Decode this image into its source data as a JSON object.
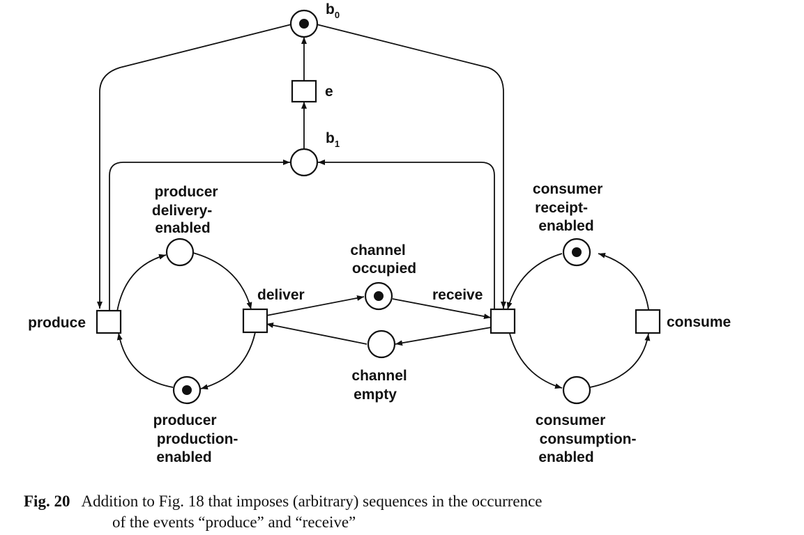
{
  "places": {
    "b0": {
      "label": "b",
      "sub": "0",
      "marked": true
    },
    "b1": {
      "label": "b",
      "sub": "1",
      "marked": false
    },
    "producer_delivery_enabled": {
      "lines": [
        "producer",
        "delivery-",
        "enabled"
      ],
      "marked": false
    },
    "producer_production_enabled": {
      "lines": [
        "producer",
        "production-",
        "enabled"
      ],
      "marked": true
    },
    "channel_occupied": {
      "lines": [
        "channel",
        "occupied"
      ],
      "marked": true
    },
    "channel_empty": {
      "lines": [
        "channel",
        "empty"
      ],
      "marked": false
    },
    "consumer_receipt_enabled": {
      "lines": [
        "consumer",
        "receipt-",
        "enabled"
      ],
      "marked": true
    },
    "consumer_consumption_enabled": {
      "lines": [
        "consumer",
        "consumption-",
        "enabled"
      ],
      "marked": false
    }
  },
  "transitions": {
    "e": "e",
    "produce": "produce",
    "deliver": "deliver",
    "receive": "receive",
    "consume": "consume"
  },
  "caption": {
    "fig": "Fig. 20",
    "line1": "Addition to Fig. 18 that imposes (arbitrary) sequences in the occurrence",
    "line2": "of the events “produce” and “receive”"
  }
}
